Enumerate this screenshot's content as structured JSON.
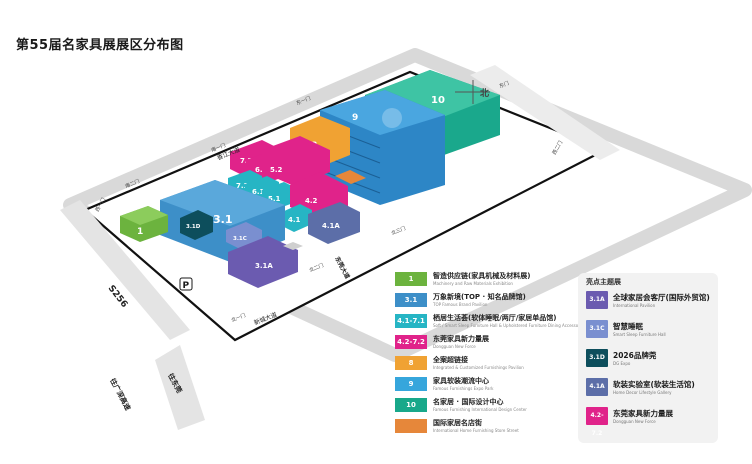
{
  "title": "第55届名家具展展区分布图",
  "colors": {
    "green": "#6cb33e",
    "blue": "#3d8fc8",
    "teal": "#26b5c4",
    "magenta": "#e0238a",
    "orange": "#f0a233",
    "skyblue": "#36a6dc",
    "emerald": "#18a88a",
    "brown_orange": "#e6873a",
    "purple": "#6b5bb0",
    "light_blue": "#7a8fd0",
    "dark_teal": "#0d4e5c",
    "slate": "#5c6ea8"
  },
  "map": {
    "halls": {
      "h1": "1",
      "h3_1": "3.1",
      "h3_1d": "3.1D",
      "h3_1c": "3.1C",
      "h3_1a": "3.1A",
      "h4_1": "4.1",
      "h4_1a": "4.1A",
      "h4_2": "4.2",
      "h5_1": "5.1",
      "h5_2": "5.2",
      "h6_1": "6.1",
      "h6_2": "6.2",
      "h7_1": "7.1",
      "h7_2": "7.2",
      "h8": "8",
      "h9": "9",
      "h10": "10"
    },
    "gates": {
      "south2": "南二门",
      "south1": "南一门",
      "west1": "西一门",
      "north1": "北一门",
      "north2": "北二门",
      "north3": "北三门",
      "east1": "东一门",
      "west2": "西二门",
      "east_gate": "东门"
    },
    "roads": {
      "s256": "S256",
      "highway": "往广深高速",
      "highway2": "往东莞",
      "road1": "新城大道",
      "road2": "东莞大道",
      "road3": "香江大道"
    },
    "north_label": "北",
    "parking_label": "P"
  },
  "legend": [
    {
      "code": "1",
      "color": "#6cb33e",
      "name": "智造供应链(家具机械及材料展)",
      "sub": "Machinery and Raw Materials Exhibition"
    },
    {
      "code": "3.1",
      "color": "#3d8fc8",
      "name": "万象新境(TOP · 知名品牌馆)",
      "sub": "TOP Famous Brand Pavilion"
    },
    {
      "code": "4.1-7.1",
      "color": "#26b5c4",
      "name": "栖居生活荟(软体睡眠/两厅/家居单品馆)",
      "sub": "Soft / Smart Sleep Furniture Hall & Upholstered Furniture Dining Accessory Furniture Hall"
    },
    {
      "code": "4.2-7.2",
      "color": "#e0238a",
      "name": "东莞家具新力量展",
      "sub": "Dongguan New Force"
    },
    {
      "code": "8",
      "color": "#f0a233",
      "name": "全案超链接",
      "sub": "Integrated & Customized Furnishings Pavilion"
    },
    {
      "code": "9",
      "color": "#36a6dc",
      "name": "家具软装潮流中心",
      "sub": "Famous Furnishings Expo Park"
    },
    {
      "code": "10",
      "color": "#18a88a",
      "name": "名家居 · 国际设计中心",
      "sub": "Famous Furnishing International Design Center"
    },
    {
      "code": "",
      "color": "#e6873a",
      "name": "国际家居名店街",
      "sub": "International Home Furnishing Store Street"
    }
  ],
  "highlights": {
    "title": "亮点主题展",
    "items": [
      {
        "code": "3.1A",
        "color": "#6b5bb0",
        "name": "全球家居会客厅(国际外贸馆)",
        "sub": "International Pavilion"
      },
      {
        "code": "3.1C",
        "color": "#7a8fd0",
        "name": "智慧睡眠",
        "sub": "Smart Sleep Furniture Hall"
      },
      {
        "code": "3.1D",
        "color": "#0d4e5c",
        "name": "2026品牌莞",
        "sub": "DG Expo"
      },
      {
        "code": "4.1A",
        "color": "#5c6ea8",
        "name": "软装实验室(软装生活馆)",
        "sub": "Home Decor Lifestyle Gallery"
      },
      {
        "code": "4.2-7.2",
        "color": "#e0238a",
        "name": "东莞家具新力量展",
        "sub": "Dongguan New Force"
      }
    ]
  }
}
